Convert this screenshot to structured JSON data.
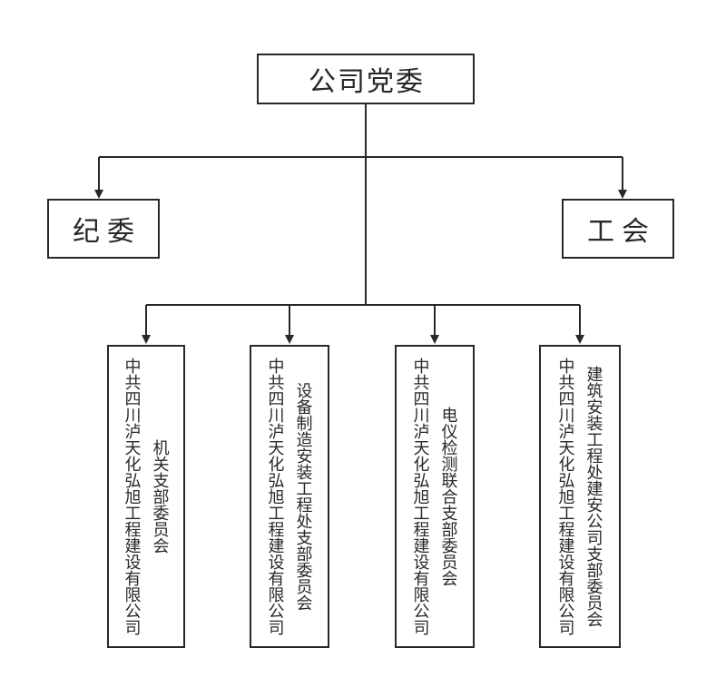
{
  "org_chart": {
    "root": {
      "label": "公司党委"
    },
    "committees": [
      {
        "label": "纪委"
      },
      {
        "label": "工会"
      }
    ],
    "branches": [
      {
        "company": "中共四川泸天化弘旭工程建设有限公司",
        "branch": "机关支部委员会"
      },
      {
        "company": "中共四川泸天化弘旭工程建设有限公司",
        "branch": "设备制造安装工程处支部委员会"
      },
      {
        "company": "中共四川泸天化弘旭工程建设有限公司",
        "branch": "电仪检测联合支部委员会"
      },
      {
        "company": "中共四川泸天化弘旭工程建设有限公司",
        "branch": "建筑安装工程处建安公司支部委员会"
      }
    ],
    "colors": {
      "line": "#2b2728",
      "background": "#ffffff"
    }
  }
}
